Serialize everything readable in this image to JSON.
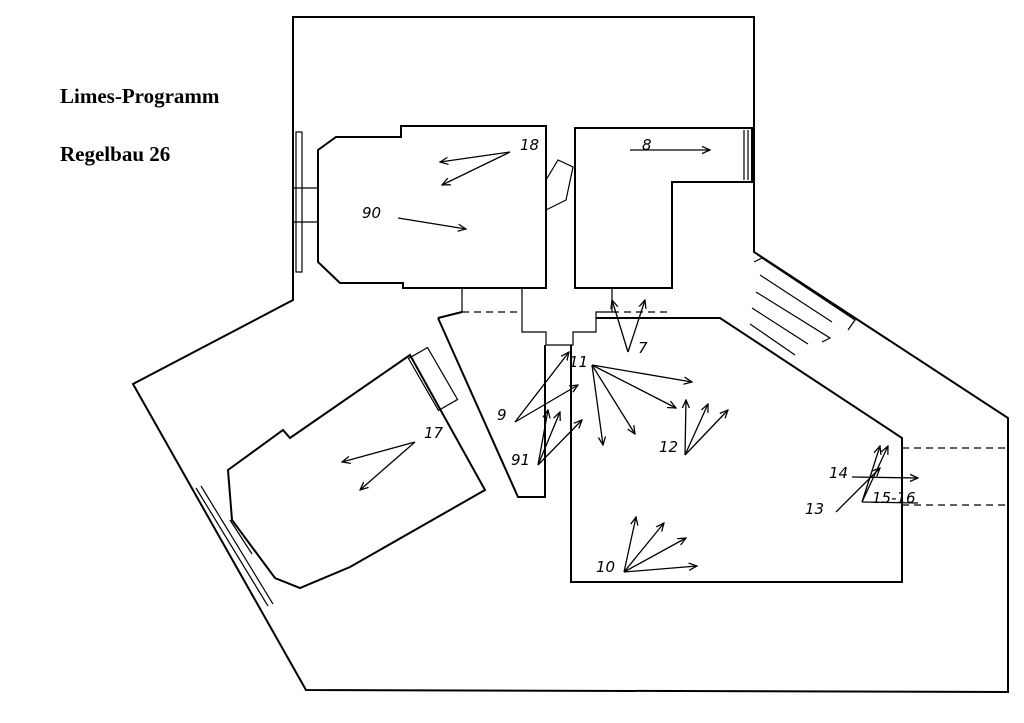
{
  "titles": {
    "program": "Limes-Programm",
    "building": "Regelbau 26"
  },
  "markers": [
    {
      "id": "m18",
      "label": "18"
    },
    {
      "id": "m8",
      "label": "8"
    },
    {
      "id": "m90",
      "label": "90"
    },
    {
      "id": "m7",
      "label": "7"
    },
    {
      "id": "m11",
      "label": "11"
    },
    {
      "id": "m9",
      "label": "9"
    },
    {
      "id": "m17",
      "label": "17"
    },
    {
      "id": "m12",
      "label": "12"
    },
    {
      "id": "m91",
      "label": "91"
    },
    {
      "id": "m14",
      "label": "14"
    },
    {
      "id": "m13",
      "label": "13"
    },
    {
      "id": "m1516",
      "label": "15-16"
    },
    {
      "id": "m10",
      "label": "10"
    }
  ]
}
